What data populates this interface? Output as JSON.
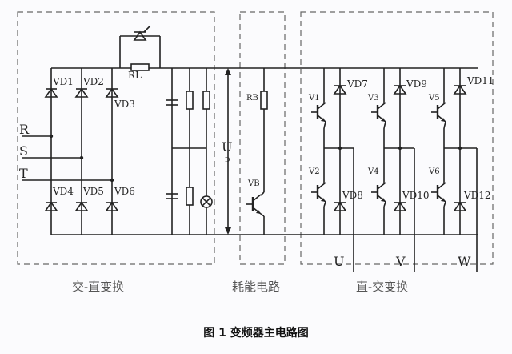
{
  "blocks": {
    "rectifier": "交-直变换",
    "braking": "耗能电路",
    "inverter": "直-交变换"
  },
  "inputs": [
    "R",
    "S",
    "T"
  ],
  "outputs": [
    "U",
    "V",
    "W"
  ],
  "rectifier_diodes": [
    "VD1",
    "VD2",
    "VD3",
    "VD4",
    "VD5",
    "VD6"
  ],
  "inverter_diodes": [
    "VD7",
    "VD8",
    "VD9",
    "VD10",
    "VD11",
    "VD12"
  ],
  "transistors": [
    "V1",
    "V2",
    "V3",
    "V4",
    "V5",
    "V6"
  ],
  "components": {
    "rl": "RL",
    "rb": "RB",
    "vb": "VB",
    "ud": "U",
    "ud_sub": "D"
  },
  "caption": "图 1 变频器主电路图"
}
